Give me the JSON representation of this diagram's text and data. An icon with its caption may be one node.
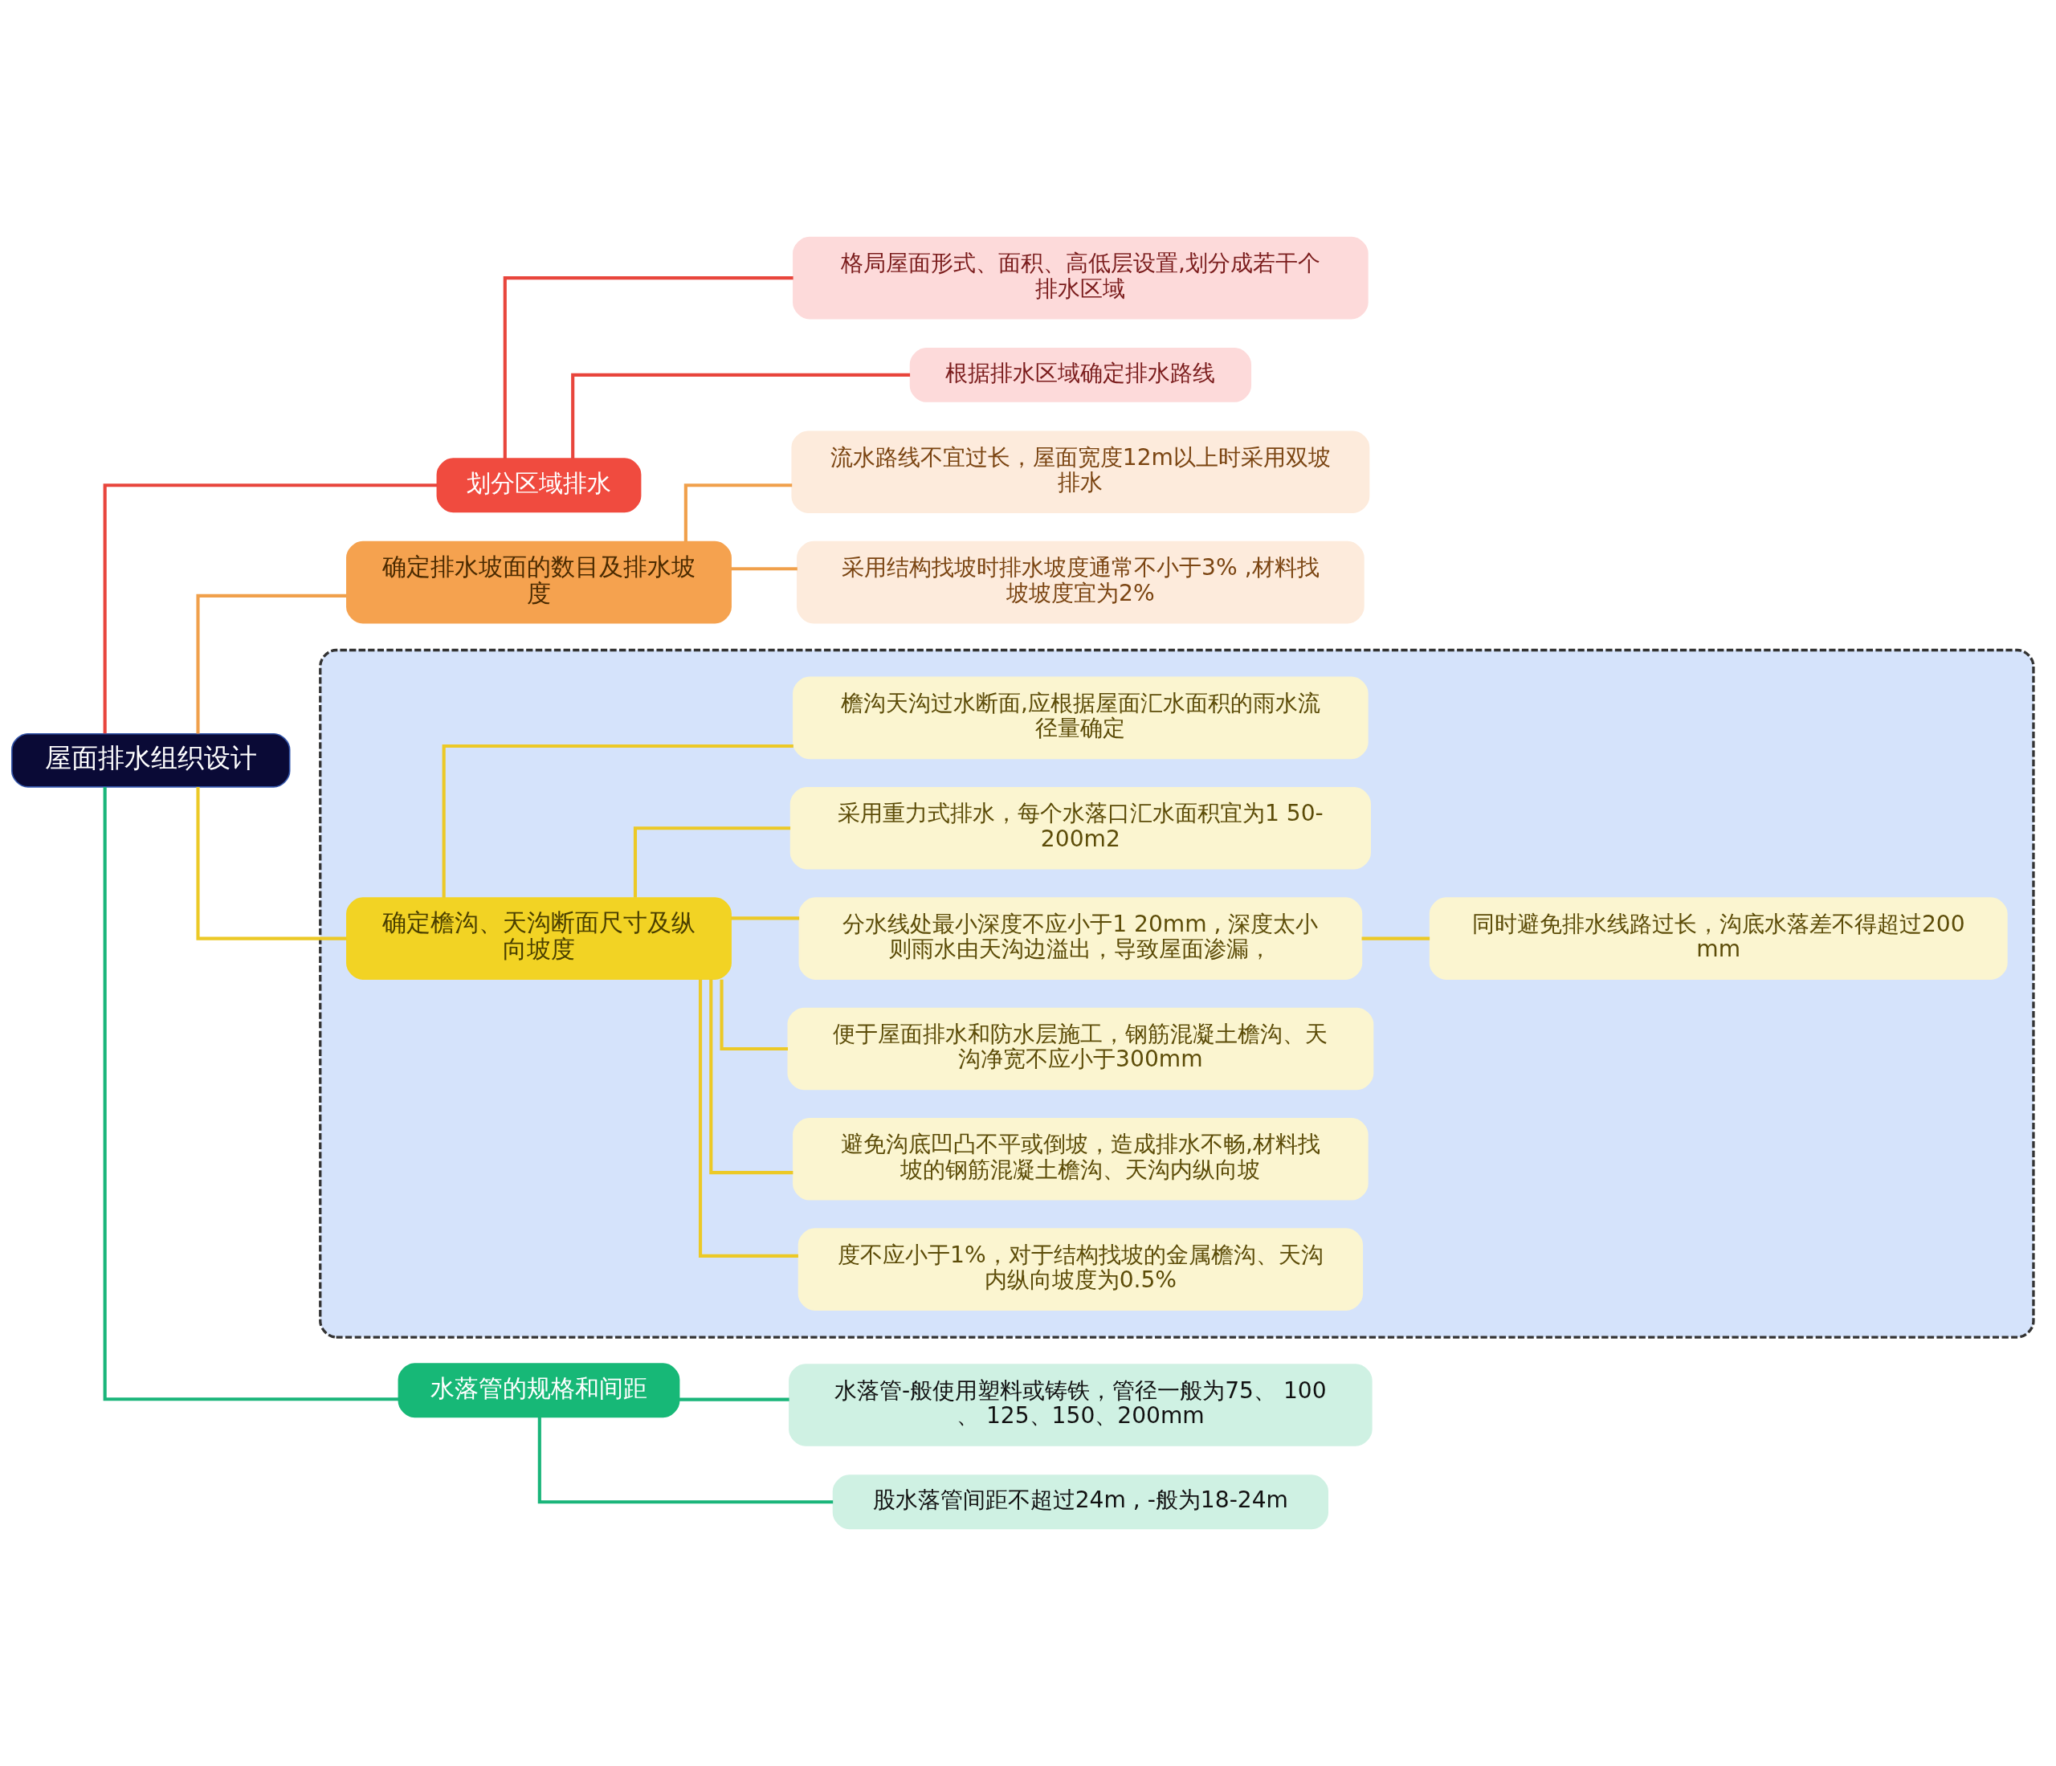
{
  "diagram": {
    "nodes": [
      {
        "text": [
          "屋面排水组织设计"
        ]
      },
      {
        "text": [
          "划分区域排水"
        ]
      },
      {
        "text": [
          "格局屋面形式、面积、高低层设置,划分成若干个排水区域"
        ]
      },
      {
        "text": [
          "根据排水区域确定排水路线"
        ]
      },
      {
        "text": [
          "确定排水坡面的数目及排水坡度"
        ]
      },
      {
        "text": [
          "流水路线不宜过长，屋面宽度12m以上时采用双坡排水"
        ]
      },
      {
        "text": [
          "采用结构找坡时排水坡度通常不小于3% ,材料找坡坡度宜为2%"
        ]
      },
      {
        "text": [],
        "shape": "box"
      },
      {
        "text": [
          "确定檐沟、天沟断面尺寸及纵向坡度"
        ],
        "in": 7
      },
      {
        "text": [
          "檐沟天沟过水断面,应根据屋面汇水面积的雨水流径量确定"
        ],
        "in": 7
      },
      {
        "text": [
          "采用重力式排水，每个水落口汇水面积宜为1 50-200m2"
        ],
        "in": 7
      },
      {
        "text": [
          "便于屋面排水和防水层施工，钢筋混凝土檐沟、天沟净宽不应小于300mm"
        ],
        "in": 7
      },
      {
        "text": [
          "分水线处最小深度不应小于1 20mm , 深度太小则雨水由天沟边溢出，导致屋面渗漏，"
        ],
        "in": 7
      },
      {
        "text": [
          "同时避免排水线路过长，沟底水落差不得超过200mm"
        ],
        "in": 7
      },
      {
        "text": [
          "避免沟底凹凸不平或倒坡，造成排水不畅,材料找坡的钢筋混凝土檐沟、天沟内纵向坡"
        ],
        "in": 7
      },
      {
        "text": [
          "度不应小于1%，对于结构找坡的金属檐沟、天沟内纵向坡度为0.5%"
        ],
        "in": 7
      },
      {
        "text": [
          "水落管的规格和间距"
        ]
      },
      {
        "text": [
          "水落管-般使用塑料或铸铁，管径一般为75、 100、 125、150、200mm"
        ]
      },
      {
        "text": [
          "股水落管间距不超过24m , -般为18-24m"
        ]
      }
    ],
    "edges": [
      {
        "from": 0,
        "to": 1,
        "arrow": "none",
        "color": "#e8453c"
      },
      {
        "from": 1,
        "to": 2,
        "arrow": "none",
        "color": "#e8453c"
      },
      {
        "from": 1,
        "to": 3,
        "arrow": "none",
        "color": "#e8453c"
      },
      {
        "from": 0,
        "to": 4,
        "arrow": "none",
        "color": "#f0a04b"
      },
      {
        "from": 4,
        "to": 5,
        "arrow": "none",
        "color": "#f0a04b"
      },
      {
        "from": 4,
        "to": 6,
        "arrow": "none",
        "color": "#f0a04b"
      },
      {
        "from": 0,
        "to": 8,
        "arrow": "none"
      },
      {
        "from": 8,
        "to": 9,
        "arrow": "none"
      },
      {
        "from": 8,
        "to": 10,
        "arrow": "none"
      },
      {
        "from": 8,
        "to": 11,
        "arrow": "none"
      },
      {
        "from": 8,
        "to": 12,
        "arrow": "none"
      },
      {
        "from": 12,
        "to": 13,
        "arrow": "none"
      },
      {
        "from": 8,
        "to": 14,
        "arrow": "none"
      },
      {
        "from": 8,
        "to": 15,
        "arrow": "none"
      },
      {
        "from": 0,
        "to": 16,
        "arrow": "none",
        "color": "#1ab57a"
      },
      {
        "from": 16,
        "to": 17,
        "arrow": "none",
        "color": "#1ab57a"
      },
      {
        "from": 16,
        "to": 18,
        "arrow": "none",
        "color": "#1ab57a"
      }
    ]
  }
}
